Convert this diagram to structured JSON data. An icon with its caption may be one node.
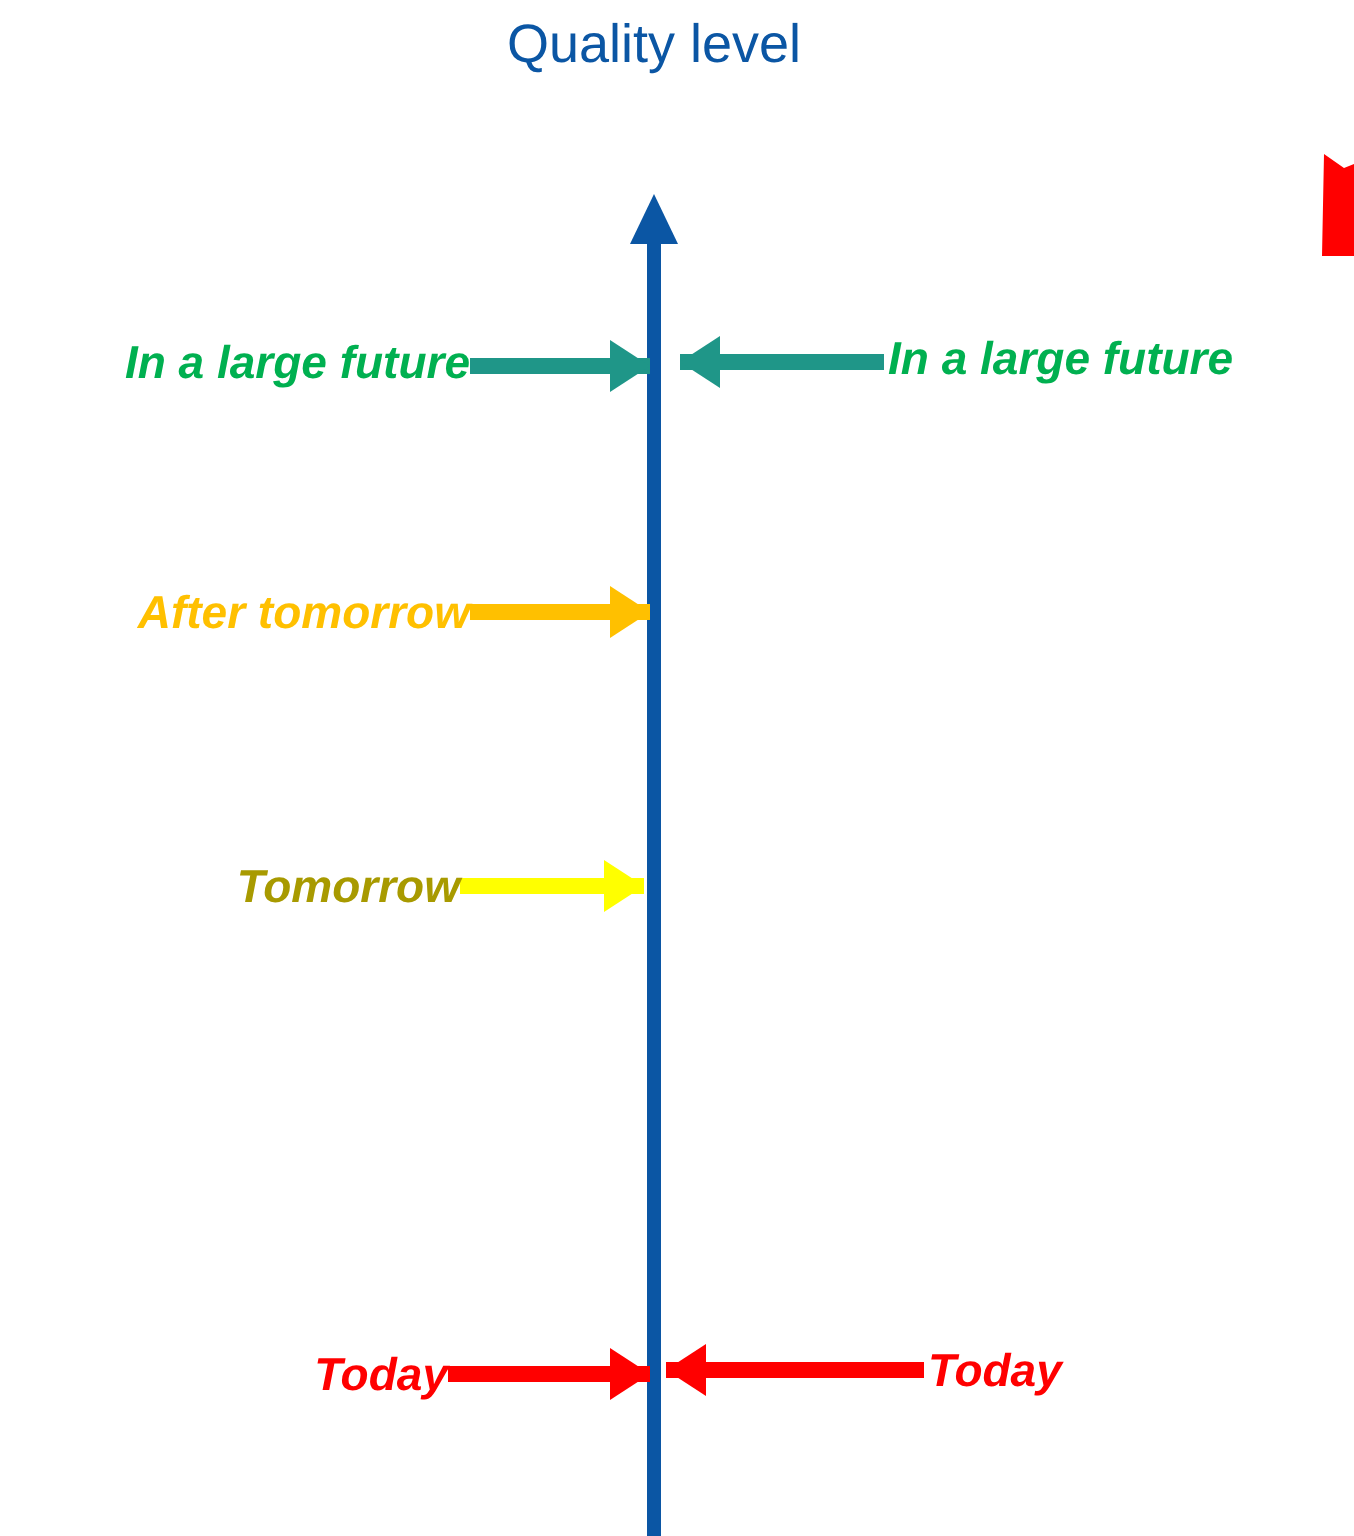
{
  "diagram": {
    "title": "Quality level",
    "nodes": [
      {
        "text": [
          "In a large future"
        ]
      },
      {
        "text": [
          "In a large future"
        ]
      },
      {
        "text": [
          "After tomorrow"
        ]
      },
      {
        "text": [
          "Tomorrow"
        ]
      },
      {
        "text": [
          "Today"
        ]
      },
      {
        "text": [
          "Today"
        ]
      }
    ],
    "edges": [
      {
        "from": 0,
        "to": null,
        "arrow": "to",
        "color": "#1f9688"
      },
      {
        "from": 1,
        "to": null,
        "arrow": "to",
        "color": "#1f9688"
      },
      {
        "from": 2,
        "to": null,
        "arrow": "to",
        "color": "#ffc000"
      },
      {
        "from": 3,
        "to": null,
        "arrow": "to",
        "color": "#ffff00"
      },
      {
        "from": 4,
        "to": null,
        "arrow": "to",
        "color": "#ff0000"
      },
      {
        "from": 5,
        "to": null,
        "arrow": "to",
        "color": "#ff0000"
      }
    ]
  }
}
